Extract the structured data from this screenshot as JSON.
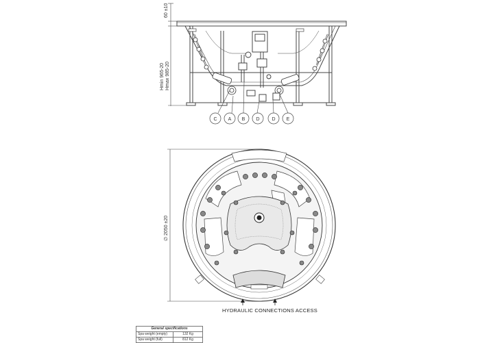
{
  "side_view": {
    "dim_top": "60 ±10",
    "dim_hmin": "Hmin 965-20",
    "dim_hmax": "Hmax 985-20",
    "callouts": [
      "C",
      "A",
      "B",
      "D",
      "D",
      "E"
    ]
  },
  "plan_view": {
    "dim_diameter": "∅ 2050 ±20",
    "hydraulic_label": "HYDRAULIC CONNECTIONS ACCESS"
  },
  "specs": {
    "title": "General specifications",
    "rows": [
      {
        "label": "Spa weight (empty)",
        "value": "132 Kg"
      },
      {
        "label": "Spa weight (full)",
        "value": "812 Kg"
      }
    ]
  }
}
